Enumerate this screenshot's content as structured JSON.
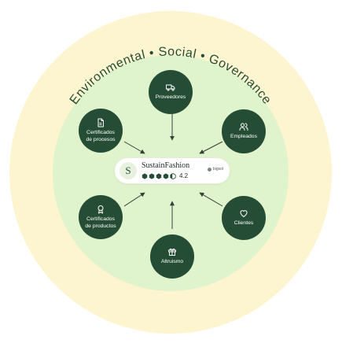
{
  "colors": {
    "outer_ring": "#fdf5cf",
    "inner_circle": "#dff3cc",
    "node_fill": "#254d36",
    "text_dark": "#1f2b24",
    "arrow": "#3a3f3a"
  },
  "ring_title": {
    "words": [
      "Environmental",
      "Social",
      "Governance"
    ],
    "separator": "•"
  },
  "nodes": {
    "proveedores": {
      "label": "Proveedores",
      "icon": "truck-icon"
    },
    "empleados": {
      "label": "Empleados",
      "icon": "users-icon"
    },
    "clientes": {
      "label": "Clientes",
      "icon": "heart-icon"
    },
    "altruismo": {
      "label": "Altruismo",
      "icon": "gift-icon"
    },
    "cert_productos": {
      "label_line1": "Certificados",
      "label_line2": "de productos",
      "icon": "award-icon"
    },
    "cert_procesos": {
      "label_line1": "Certificados",
      "label_line2": "de procesos",
      "icon": "document-icon"
    }
  },
  "center": {
    "initial": "S",
    "name": "SustainFashion",
    "rating": "4.2",
    "rating_icons": 5,
    "badge": "bigsol"
  }
}
